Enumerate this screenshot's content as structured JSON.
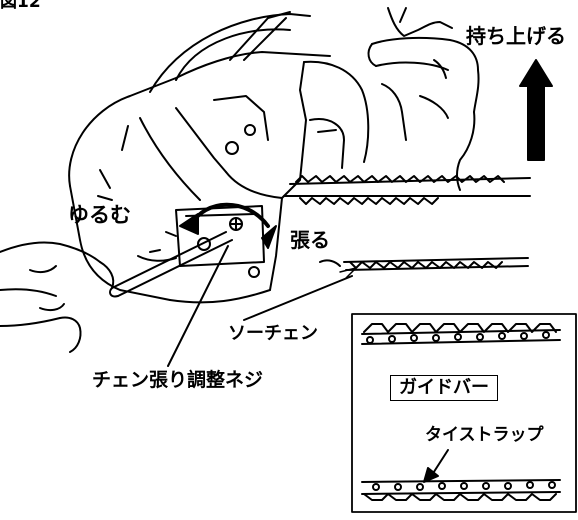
{
  "figure": {
    "number": "図12"
  },
  "labels": {
    "lift": "持ち上げる",
    "loosen": "ゆるむ",
    "tighten": "張る",
    "saw_chain": "ソーチェン",
    "adjusting_screw": "チェン張り調整ネジ",
    "guide_bar": "ガイドバー",
    "tie_strap": "タイストラップ"
  },
  "colors": {
    "line": "#000000",
    "background": "#ffffff"
  }
}
